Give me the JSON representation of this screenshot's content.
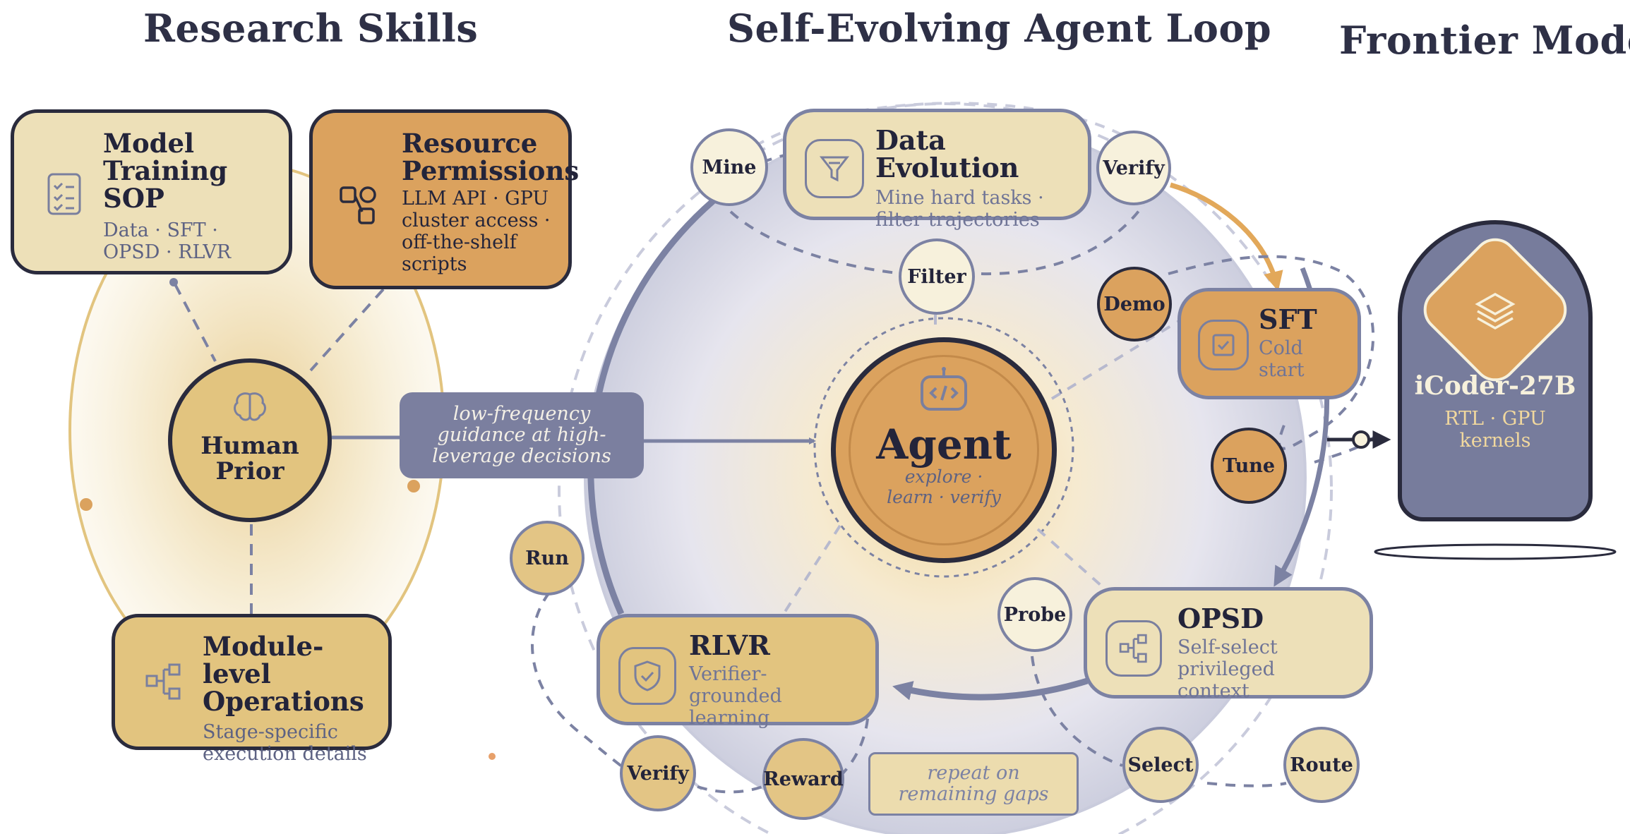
{
  "headings": {
    "research": "Research Skills",
    "loop": "Self-Evolving Agent Loop",
    "frontier": "Frontier Model"
  },
  "research": {
    "sop": {
      "title": "Model Training SOP",
      "sub": "Data · SFT · OPSD · RLVR",
      "icon": "checklist-icon"
    },
    "resources": {
      "title": "Resource Permissions",
      "sub": "LLM API · GPU cluster access · off-the-shelf scripts",
      "icon": "nodes-icon"
    },
    "human": {
      "title": "Human Prior",
      "icon": "brain-icon"
    },
    "module": {
      "title": "Module-level Operations",
      "sub": "Stage-specific execution details",
      "icon": "hierarchy-icon"
    }
  },
  "guidance": "low-frequency guidance at high-leverage decisions",
  "agent": {
    "title": "Agent",
    "sub": "explore · learn · verify",
    "icon": "robot-code-icon"
  },
  "data_evolution": {
    "title": "Data Evolution",
    "sub": "Mine hard tasks · filter trajectories",
    "icon": "funnel-icon"
  },
  "sft": {
    "title": "SFT",
    "sub": "Cold start",
    "icon": "check-square-icon"
  },
  "opsd": {
    "title": "OPSD",
    "sub": "Self-select privileged context",
    "icon": "hierarchy-icon"
  },
  "rlvr": {
    "title": "RLVR",
    "sub": "Verifier-grounded learning",
    "icon": "shield-check-icon"
  },
  "nodes": {
    "mine": "Mine",
    "verify_top": "Verify",
    "filter": "Filter",
    "demo": "Demo",
    "tune": "Tune",
    "probe": "Probe",
    "select": "Select",
    "route": "Route",
    "run": "Run",
    "verify_bottom": "Verify",
    "reward": "Reward"
  },
  "repeat": "repeat on remaining gaps",
  "model": {
    "name": "iCoder-27B",
    "sub": "RTL · GPU kernels",
    "icon": "layers-icon"
  },
  "colors": {
    "navy": "#2a2b3d",
    "slate": "#7c82a3",
    "orange": "#dba25e",
    "gold": "#e2c47f",
    "cream": "#ede0b8",
    "model_bg": "#777c9c"
  }
}
